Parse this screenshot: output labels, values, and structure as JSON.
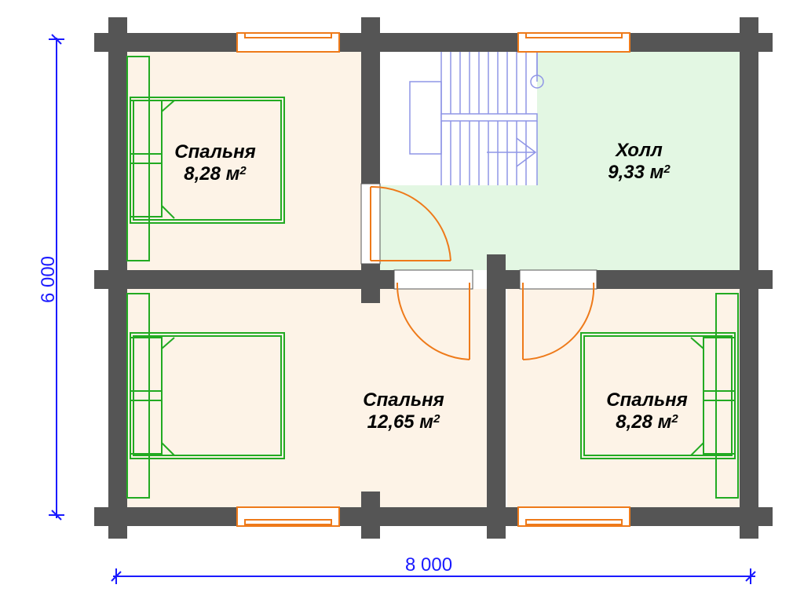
{
  "rooms": {
    "bedroom_top_left": {
      "name": "Спальня",
      "area": "8,28 м",
      "unit_power": "2"
    },
    "hall": {
      "name": "Холл",
      "area": "9,33 м",
      "unit_power": "2"
    },
    "bedroom_bottom_center": {
      "name": "Спальня",
      "area": "12,65 м",
      "unit_power": "2"
    },
    "bedroom_bottom_right": {
      "name": "Спальня",
      "area": "8,28 м",
      "unit_power": "2"
    }
  },
  "dimensions": {
    "width": "8 000",
    "height": "6 000"
  },
  "colors": {
    "wall": "#555555",
    "bedroom_fill": "#fdf3e7",
    "hall_fill": "#e3f7e3",
    "furniture": "#22aa22",
    "door_window": "#ee7a1a",
    "stairs": "#8f95e6",
    "dimension": "#1a1aff"
  }
}
